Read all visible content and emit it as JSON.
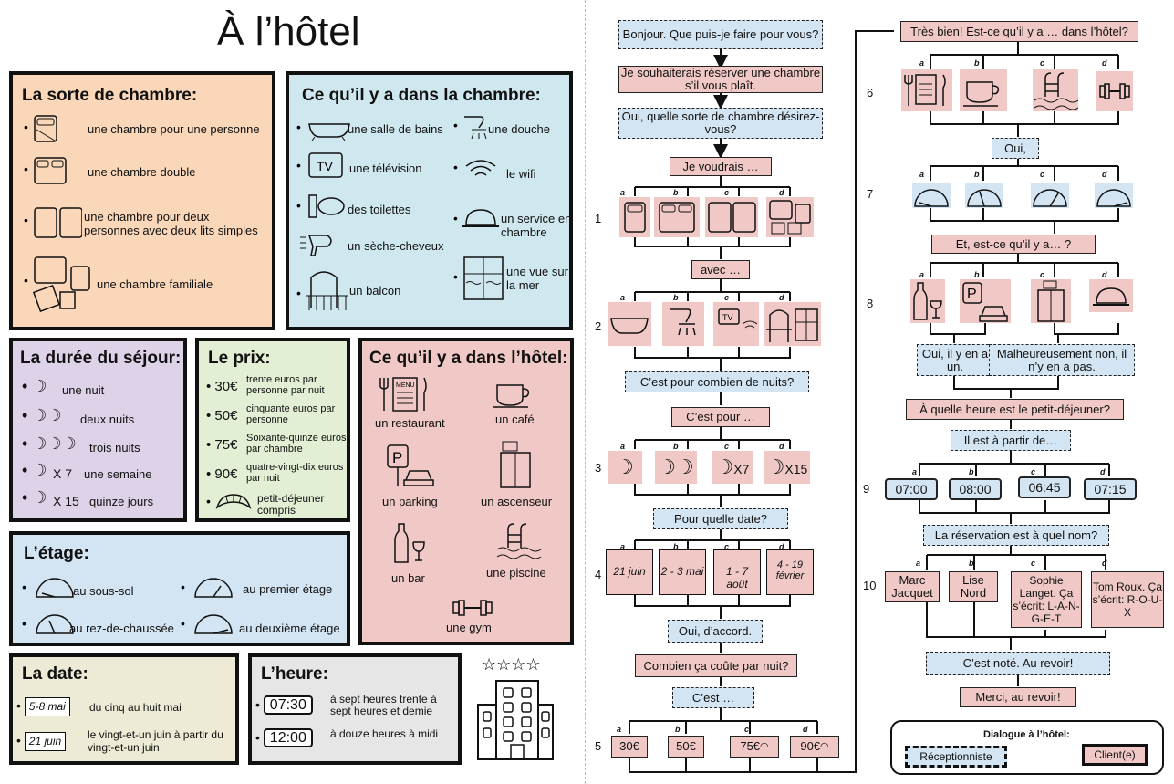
{
  "title": "À l’hôtel",
  "chambre": {
    "title": "La sorte de chambre:",
    "items": [
      "une chambre pour une personne",
      "une chambre double",
      "une chambre pour deux personnes avec deux lits simples",
      "une chambre familiale"
    ]
  },
  "dans_chambre": {
    "title": "Ce qu’il y a dans la chambre:",
    "items": [
      "une salle de bains",
      "une douche",
      "une télévision",
      "le wifi",
      "des toilettes",
      "un service en chambre",
      "un sèche-cheveux",
      "un balcon",
      "une vue sur la mer"
    ]
  },
  "duree": {
    "title": "La durée du séjour:",
    "items": [
      "une nuit",
      "deux nuits",
      "trois nuits",
      "une semaine",
      "quinze jours"
    ],
    "x7": "X 7",
    "x15": "X 15"
  },
  "prix": {
    "title": "Le prix:",
    "items": [
      {
        "price": "30€",
        "text": "trente euros par personne par nuit"
      },
      {
        "price": "50€",
        "text": "cinquante euros par personne"
      },
      {
        "price": "75€",
        "text": "Soixante-quinze euros par chambre"
      },
      {
        "price": "90€",
        "text": "quatre-vingt-dix euros par nuit"
      },
      {
        "price": "",
        "text": "petit-déjeuner compris"
      }
    ]
  },
  "dans_hotel": {
    "title": "Ce qu’il y a dans l’hôtel:",
    "items": [
      "un restaurant",
      "un café",
      "un parking",
      "un ascenseur",
      "un bar",
      "une piscine",
      "une gym"
    ],
    "menu": "MENU"
  },
  "etage": {
    "title": "L’étage:",
    "items": [
      "au sous-sol",
      "au premier étage",
      "au rez-de-chaussée",
      "au deuxième étage"
    ]
  },
  "date": {
    "title": "La date:",
    "items": [
      {
        "tag": "5-8 mai",
        "text": "du cinq au huit mai"
      },
      {
        "tag": "21 juin",
        "text": "le vingt-et-un juin à partir du vingt-et-un juin"
      }
    ]
  },
  "heure": {
    "title": "L’heure:",
    "items": [
      {
        "time": "07:30",
        "text": "à sept heures trente à sept heures et demie"
      },
      {
        "time": "12:00",
        "text": "à douze heures à midi"
      }
    ]
  },
  "flow": {
    "bonjour": "Bonjour. Que puis-je faire pour vous?",
    "reserver": "Je souhaiterais réserver une chambre s’il vous plaît.",
    "sorte": "Oui, quelle sorte de chambre désirez-vous?",
    "voudrais": "Je voudrais …",
    "avec": "avec …",
    "combien_nuits": "C’est pour combien de nuits?",
    "cest_pour": "C’est pour …",
    "quelle_date": "Pour quelle date?",
    "oui_accord": "Oui, d’accord.",
    "combien_coute": "Combien ça coûte par nuit?",
    "cest": "C’est …",
    "tres_bien": "Très bien! Est-ce qu’il y a … dans l’hôtel?",
    "oui": "Oui,",
    "et_est_ce": "Et, est-ce qu’il y a…  ?",
    "oui_il_y_a": "Oui, il y en a un.",
    "malheureusement": "Malheureusement non, il n’y en a pas.",
    "quelle_heure": "À quelle heure est le petit-déjeuner?",
    "a_partir": "Il est à partir de…",
    "times": [
      "07:00",
      "08:00",
      "06:45",
      "07:15"
    ],
    "nom": "La réservation est à quel nom?",
    "names": [
      "Marc Jacquet",
      "Lise Nord",
      "Sophie Langet. Ça s’écrit: L-A-N-G-E-T",
      "Tom Roux. Ça s’écrit: R-O-U-X"
    ],
    "note": "C’est noté. Au revoir!",
    "merci": "Merci, au revoir!",
    "x7": "X7",
    "x15": "X15",
    "dates": [
      "21 juin",
      "2 - 3 mai",
      "1 - 7 août",
      "4 - 19 février"
    ],
    "prices": [
      "30€",
      "50€",
      "75€",
      "90€"
    ],
    "letters": [
      "a",
      "b",
      "c",
      "d"
    ],
    "row_numbers": [
      "1",
      "2",
      "3",
      "4",
      "5",
      "6",
      "7",
      "8",
      "9",
      "10"
    ]
  },
  "legend": {
    "title": "Dialogue à l’hôtel:",
    "receptionniste": "Réceptionniste",
    "client": "Client(e)"
  },
  "colors": {
    "peach": "#f9d7b8",
    "lightblue": "#cfe7ee",
    "lavender": "#ddd2e8",
    "lightgreen": "#e3efd4",
    "pink": "#f0c9c6",
    "steel": "#d3e4f2",
    "cream": "#edebd5",
    "grey": "#e6e6e6"
  }
}
